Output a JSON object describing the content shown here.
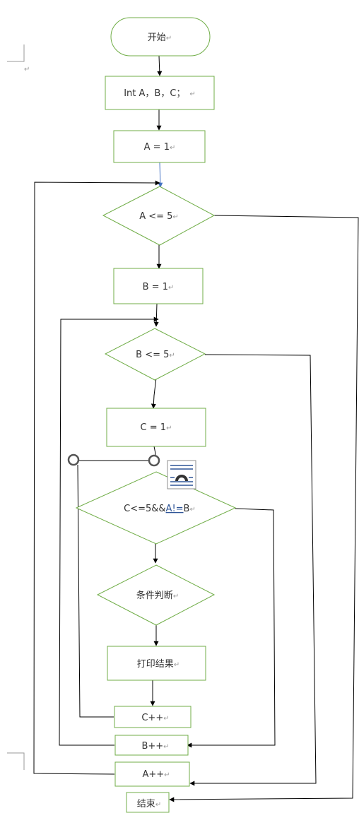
{
  "colors": {
    "shape_border": "#70ad47",
    "connector": "#000000",
    "connector_blue": "#4472c4",
    "text": "#333333",
    "paragraph_mark": "#9a9a9a",
    "icon_blue": "#2f5597"
  },
  "paragraph_mark": "↵",
  "nodes": {
    "start": "开始",
    "declare": "Int A，B，C；",
    "init_a": "A = 1",
    "cond_a": "A <= 5",
    "init_b": "B = 1",
    "cond_b": "B <= 5",
    "init_c": "C = 1",
    "cond_c": {
      "part1": "C<=5&&",
      "part2": "A!=",
      "part3": "B"
    },
    "judge": "条件判断",
    "print": "打印结果",
    "inc_c": "C++",
    "inc_b": "B++",
    "inc_a": "A++",
    "end": "结束"
  },
  "icons": {
    "layout_options": "layout-options-icon",
    "handles": "selection-handle-icon",
    "corner_marks": "page-corner-mark"
  }
}
